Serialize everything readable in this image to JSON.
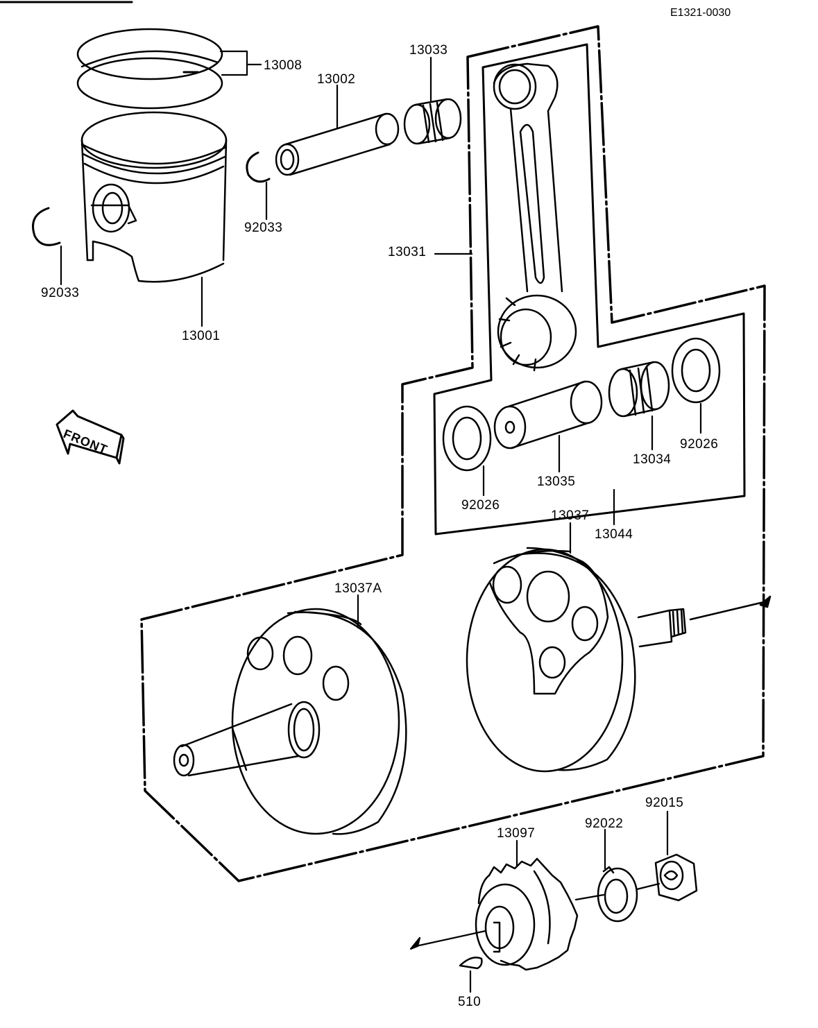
{
  "diagram_code": "E1321-0030",
  "front_label": "FRONT",
  "labels": {
    "piston_rings": "13008",
    "piston_pin": "13002",
    "small_end_bearing": "13033",
    "circlip_right": "92033",
    "circlip_left": "92033",
    "piston": "13001",
    "connecting_rod": "13031",
    "washer_right": "92026",
    "big_end_bearing": "13034",
    "crank_pin": "13035",
    "washer_left": "92026",
    "crankshaft_assy": "13044",
    "flywheel_right": "13037",
    "flywheel_left": "13037A",
    "gear": "13097",
    "lock_washer": "92022",
    "nut": "92015",
    "key": "510"
  }
}
